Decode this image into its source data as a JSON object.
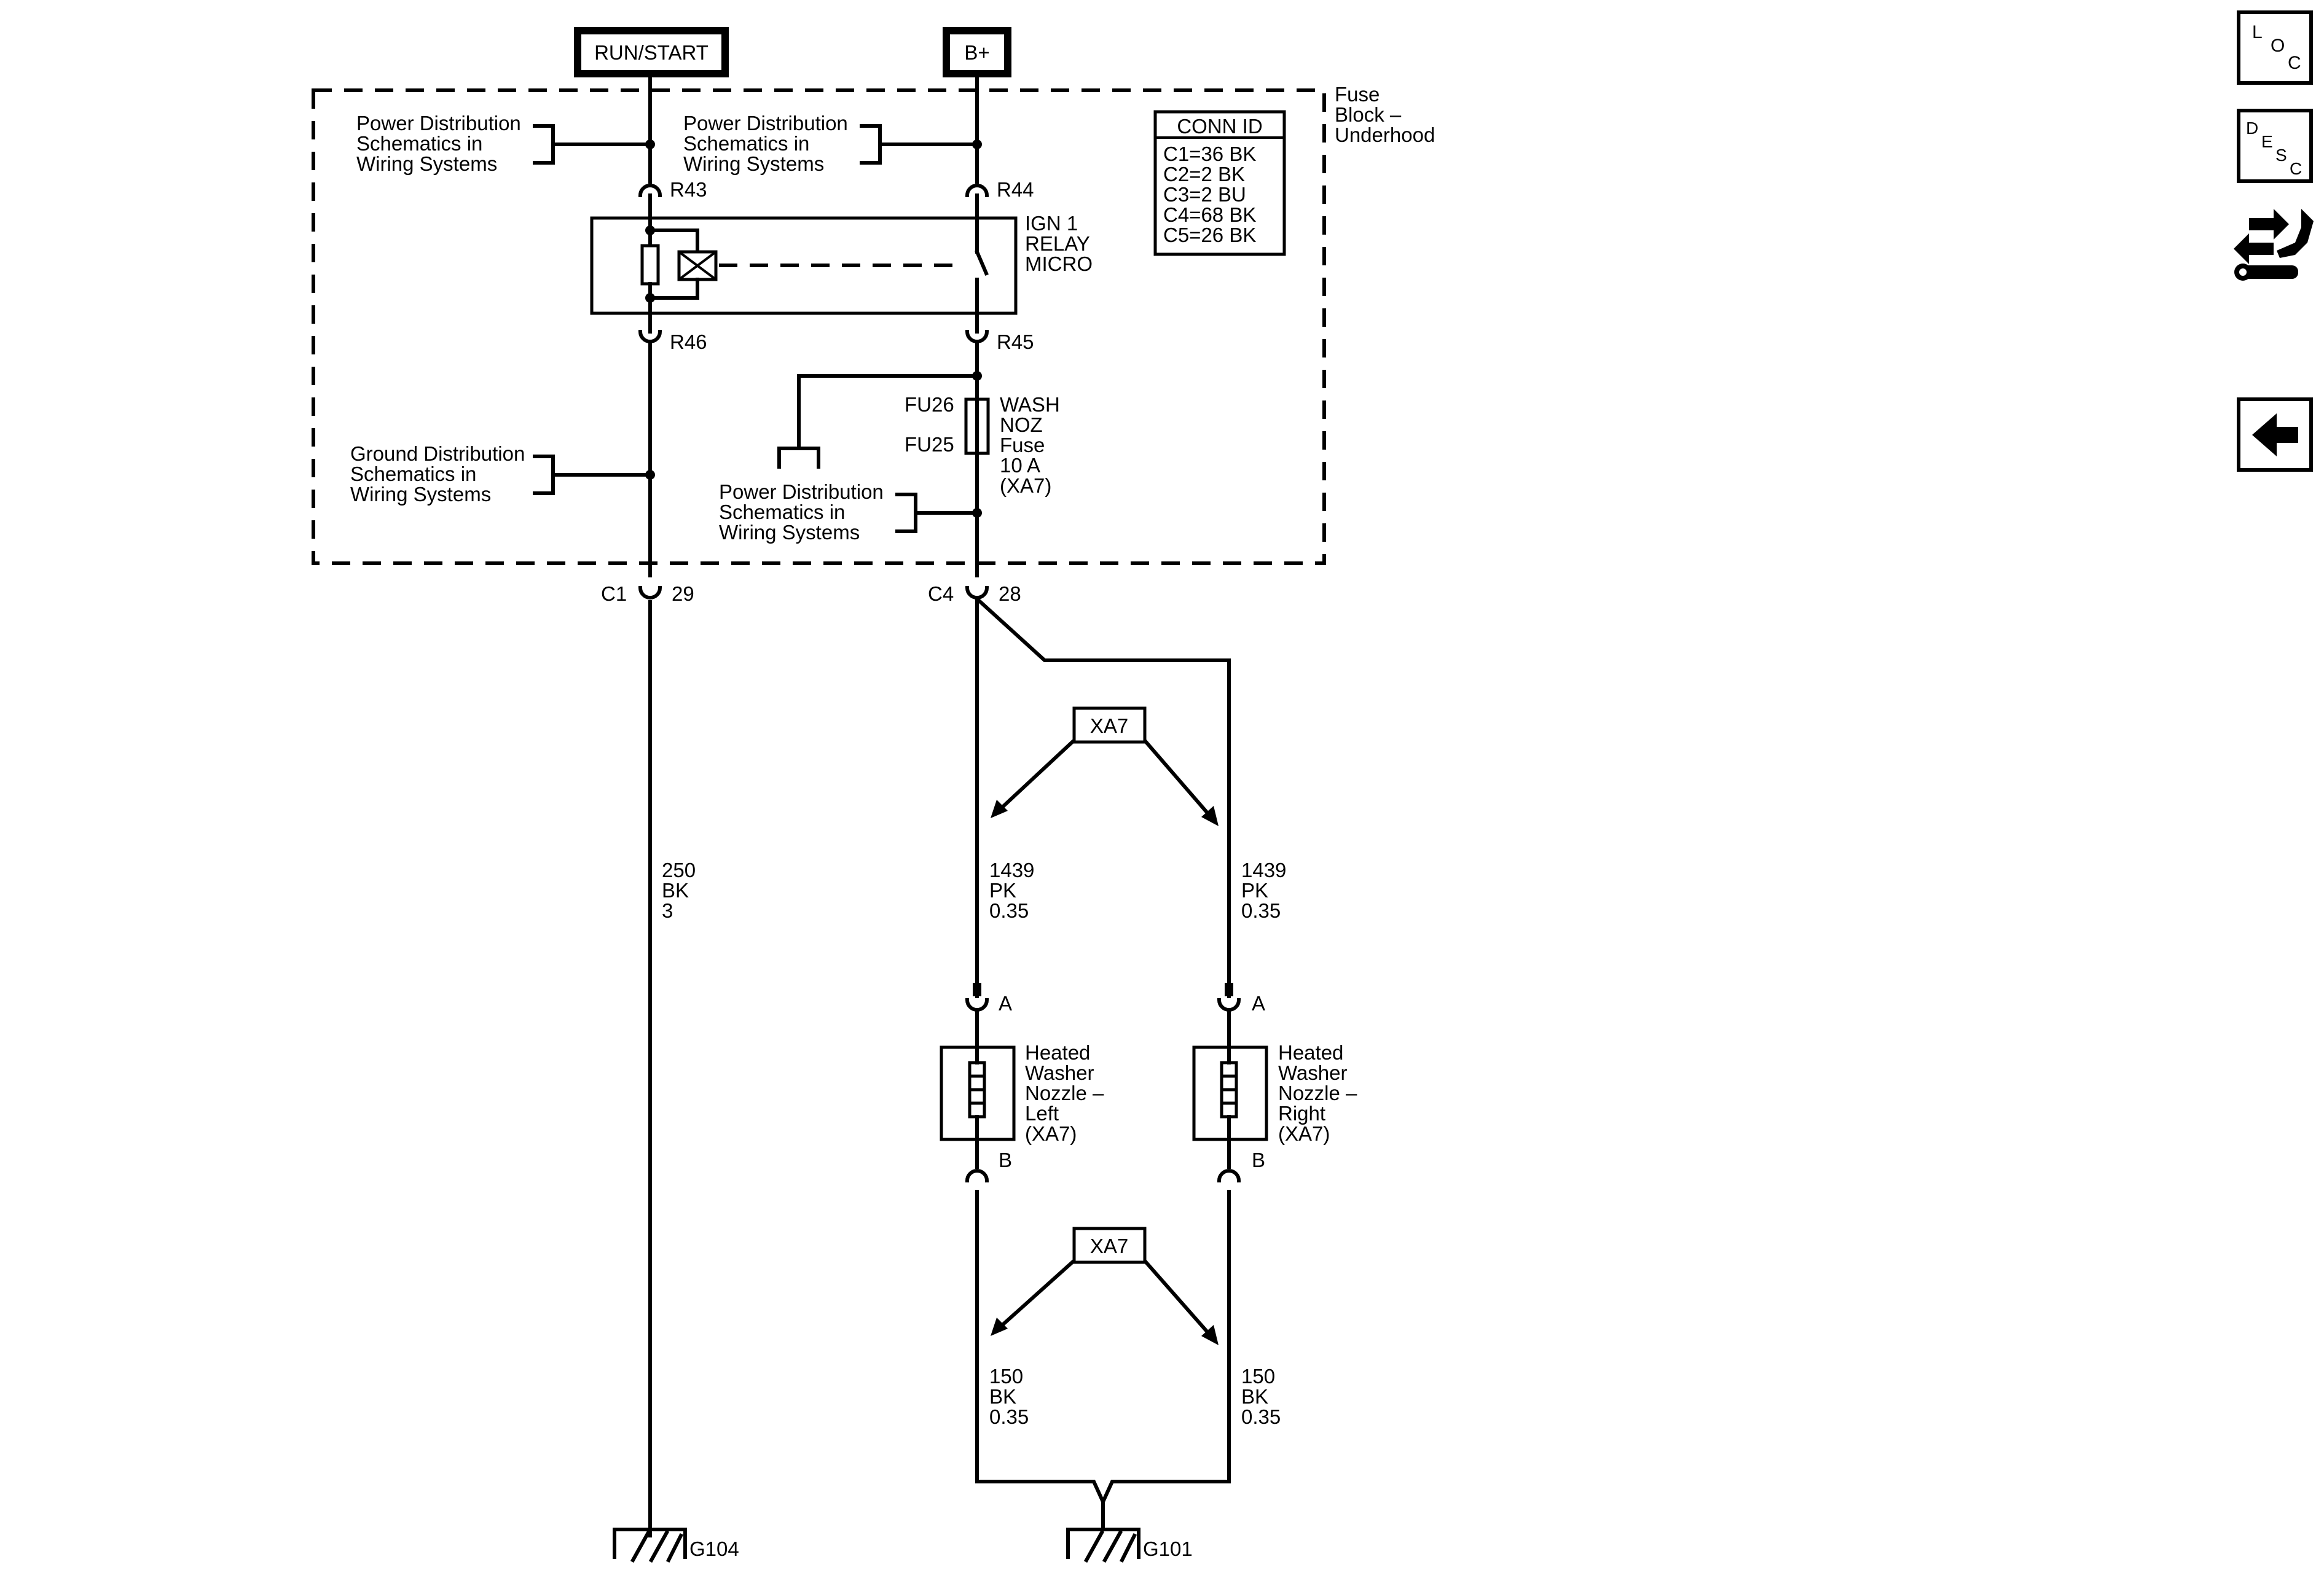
{
  "supplies": {
    "run_start": "RUN/START",
    "b_plus": "B+"
  },
  "fuse_block": {
    "title": [
      "Fuse",
      "Block –",
      "Underhood"
    ],
    "conn_id": {
      "header": "CONN ID",
      "rows": [
        "C1=36 BK",
        "C2=2 BK",
        "C3=2 BU",
        "C4=68 BK",
        "C5=26 BK"
      ]
    },
    "power_dist_left": [
      "Power Distribution",
      "Schematics in",
      "Wiring Systems"
    ],
    "power_dist_right": [
      "Power Distribution",
      "Schematics in",
      "Wiring Systems"
    ],
    "power_dist_lower": [
      "Power Distribution",
      "Schematics in",
      "Wiring Systems"
    ],
    "ground_dist": [
      "Ground Distribution",
      "Schematics in",
      "Wiring Systems"
    ],
    "relay": {
      "label": [
        "IGN 1",
        "RELAY",
        "MICRO"
      ],
      "pins": {
        "r43": "R43",
        "r44": "R44",
        "r45": "R45",
        "r46": "R46"
      }
    },
    "fuse": {
      "fu26": "FU26",
      "fu25": "FU25",
      "label": [
        "WASH",
        "NOZ",
        "Fuse",
        "10 A",
        "(XA7)"
      ]
    }
  },
  "connectors": {
    "c1": {
      "name": "C1",
      "pin": "29"
    },
    "c4": {
      "name": "C4",
      "pin": "28"
    }
  },
  "option_tags": {
    "upper": "XA7",
    "lower": "XA7"
  },
  "wires": {
    "run_start_ground": [
      "250",
      "BK",
      "3"
    ],
    "feed_left": [
      "1439",
      "PK",
      "0.35"
    ],
    "feed_right": [
      "1439",
      "PK",
      "0.35"
    ],
    "ground_left": [
      "150",
      "BK",
      "0.35"
    ],
    "ground_right": [
      "150",
      "BK",
      "0.35"
    ]
  },
  "nozzles": {
    "left": {
      "pin_a": "A",
      "pin_b": "B",
      "label": [
        "Heated",
        "Washer",
        "Nozzle –",
        "Left",
        "(XA7)"
      ]
    },
    "right": {
      "pin_a": "A",
      "pin_b": "B",
      "label": [
        "Heated",
        "Washer",
        "Nozzle –",
        "Right",
        "(XA7)"
      ]
    }
  },
  "grounds": {
    "g104": "G104",
    "g101": "G101"
  },
  "nav": {
    "loc_icon": "location-icon",
    "desc_icon": "description-icon",
    "diag_icon": "diagnostic-tools-icon",
    "back_icon": "back-arrow-icon"
  }
}
